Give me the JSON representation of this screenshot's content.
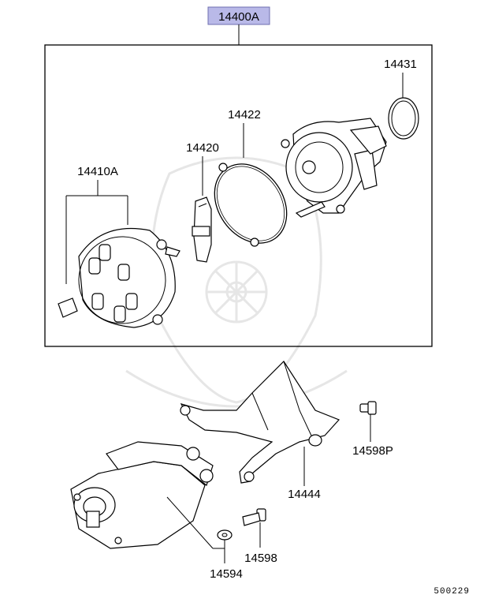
{
  "diagram": {
    "assembly_label": "14400A",
    "highlight_color": "#b9b9e8",
    "drawing_code": "500229",
    "parts": {
      "p14431": "14431",
      "p14422": "14422",
      "p14420": "14420",
      "p14410A": "14410A",
      "p14598P": "14598P",
      "p14444": "14444",
      "p14598": "14598",
      "p14594": "14594"
    }
  }
}
